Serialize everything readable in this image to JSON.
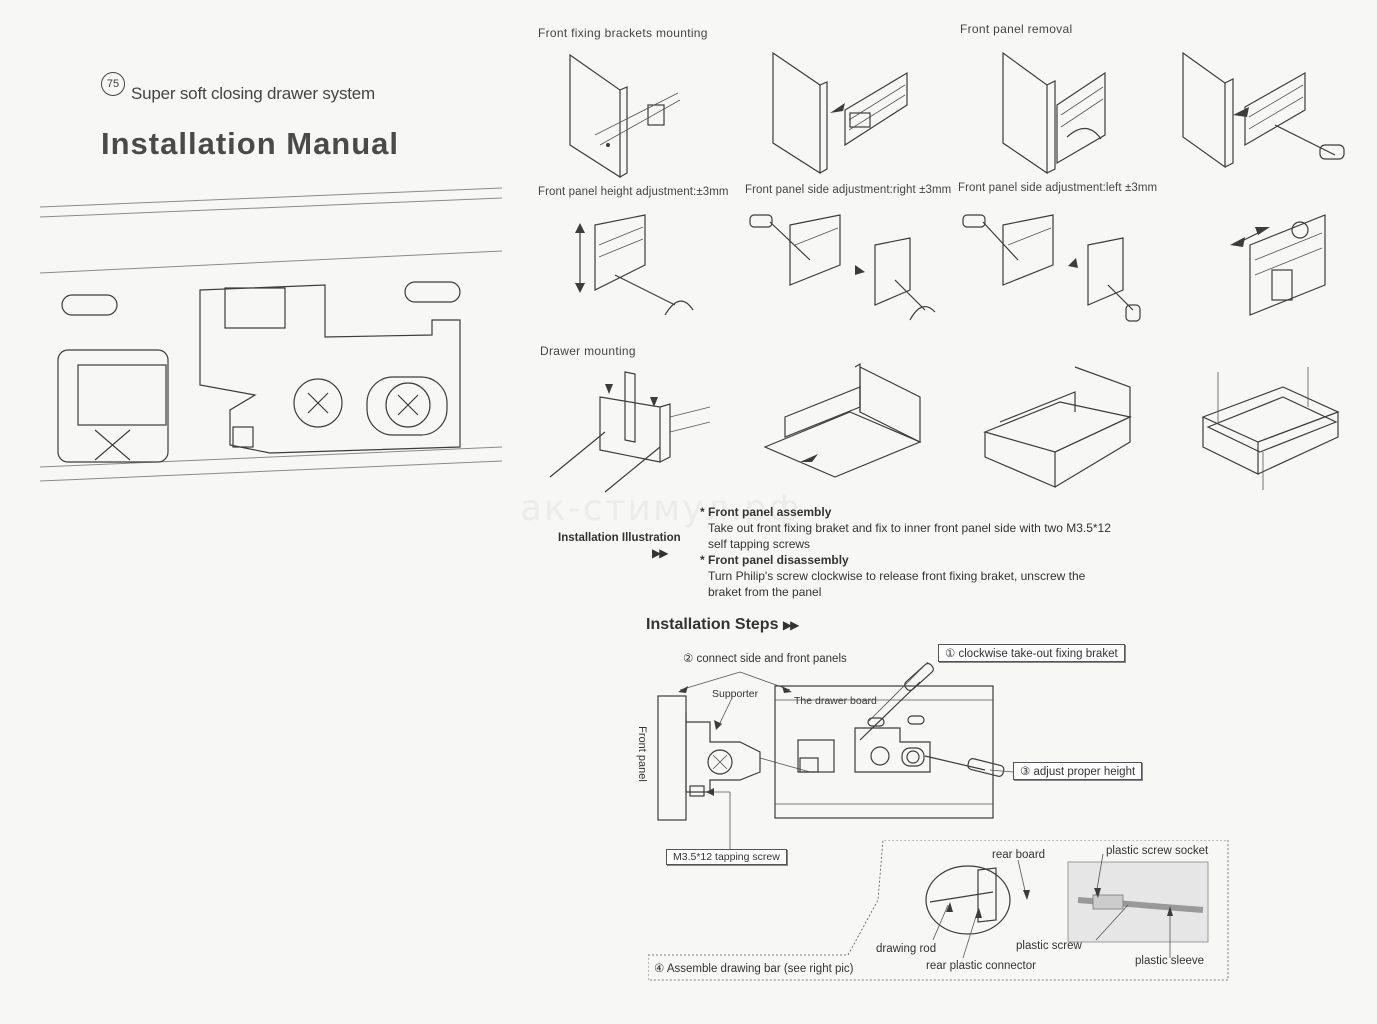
{
  "header": {
    "page_number": "75",
    "subtitle": "Super soft closing drawer system",
    "title": "Installation Manual"
  },
  "sections": {
    "front_fixing": "Front fixing brackets mounting",
    "front_removal": "Front panel removal",
    "height_adj": "Front panel height adjustment:±3mm",
    "side_adj_right": "Front panel side adjustment:right ±3mm",
    "side_adj_left": "Front panel side adjustment:left ±3mm",
    "drawer_mounting": "Drawer mounting"
  },
  "watermark": "ак-стимул.рф",
  "illustration": {
    "label": "Installation Illustration",
    "arrows": "▶▶",
    "assembly_title": "* Front panel assembly",
    "assembly_text_1": "Take out front fixing braket and fix to inner front panel side with two M3.5*12",
    "assembly_text_2": "self tapping screws",
    "disassembly_title": "* Front panel disassembly",
    "disassembly_text_1": "Turn Philip's screw clockwise to release front fixing braket, unscrew the",
    "disassembly_text_2": "braket from the panel"
  },
  "steps": {
    "title": "Installation Steps",
    "arrows": "▶▶",
    "step2": "② connect side and front panels",
    "step1": "① clockwise take-out fixing braket",
    "step3": "③ adjust proper height",
    "step4": "④ Assemble drawing bar (see right pic)",
    "supporter": "Supporter",
    "drawer_board": "The drawer board",
    "front_panel": "Front panel",
    "screw": "M3.5*12 tapping screw",
    "rear_board": "rear board",
    "drawing_rod": "drawing rod",
    "rear_connector": "rear plastic connector",
    "plastic_screw": "plastic screw",
    "plastic_socket": "plastic screw socket",
    "plastic_sleeve": "plastic sleeve"
  }
}
